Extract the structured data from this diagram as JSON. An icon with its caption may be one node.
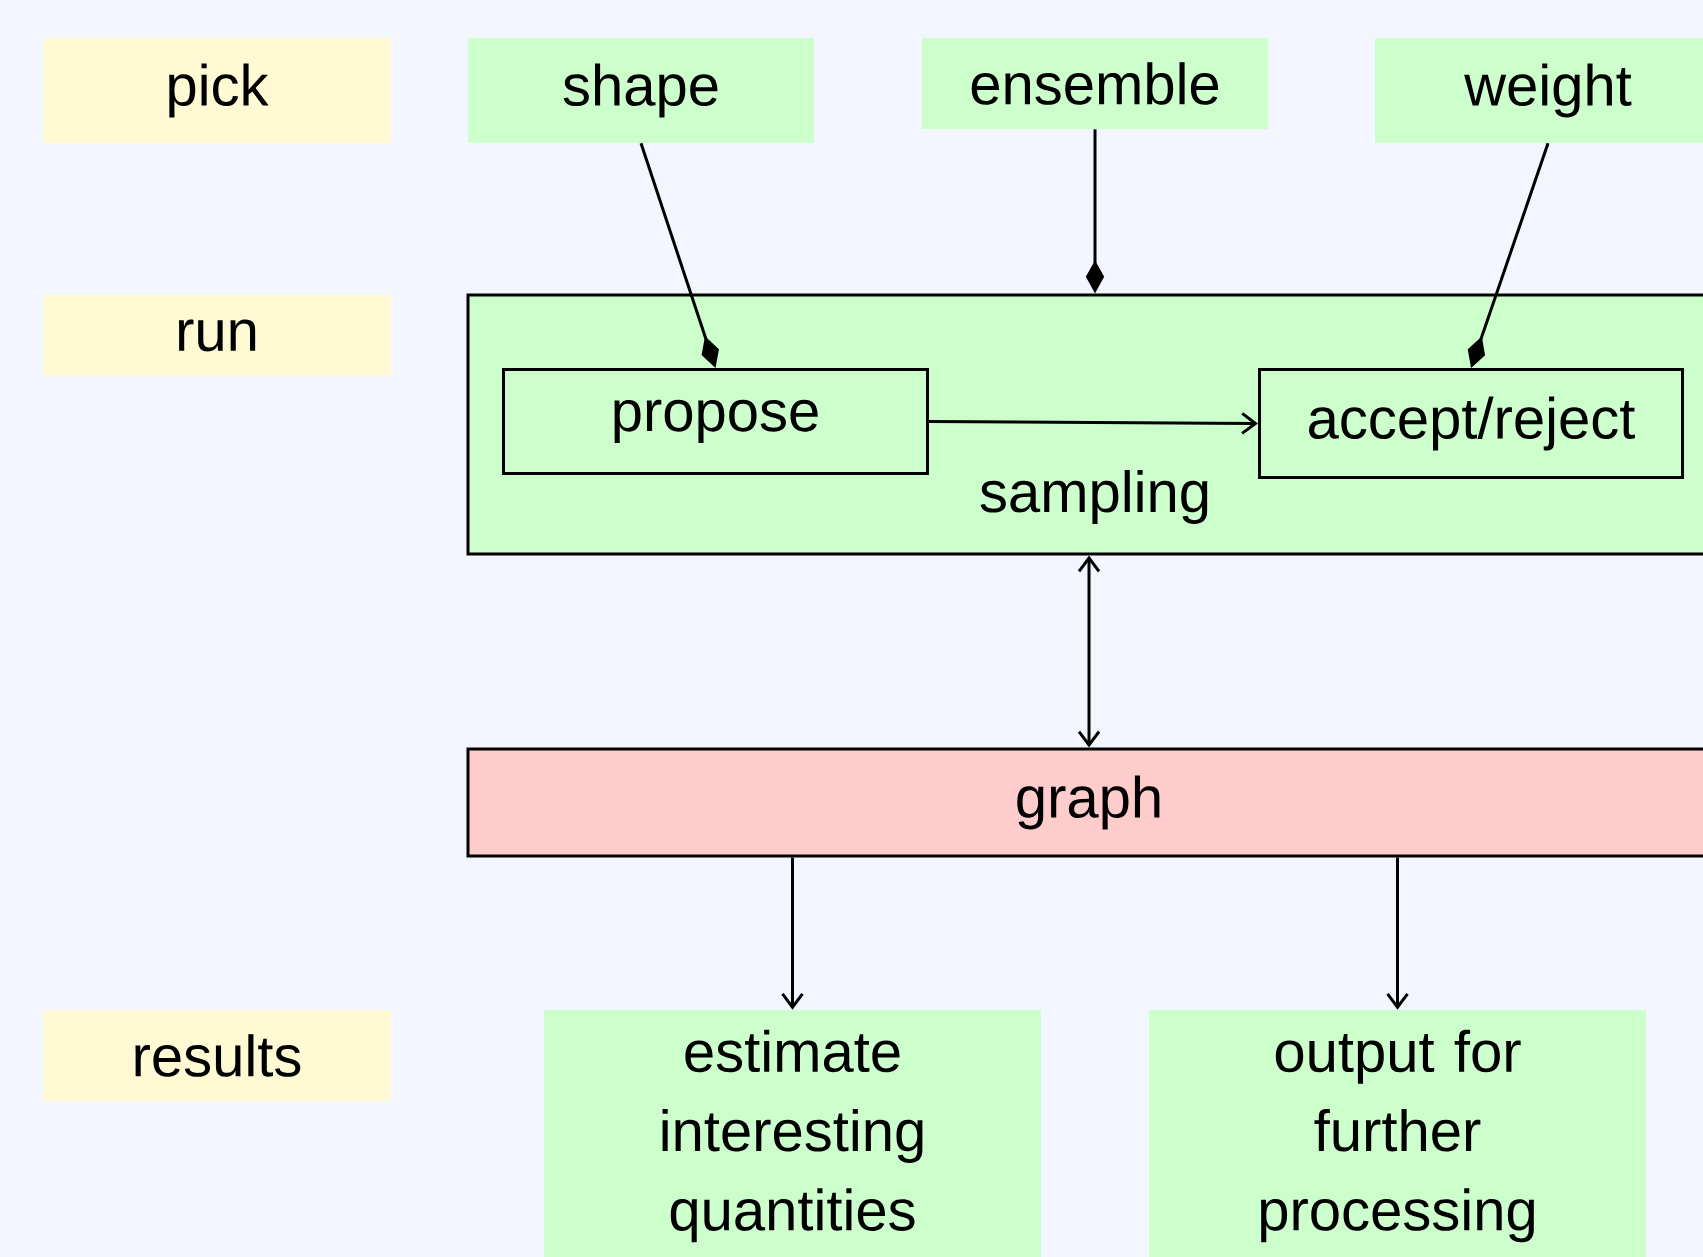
{
  "diagram": {
    "nodes": [
      {
        "text": [
          "pick"
        ]
      },
      {
        "text": [
          "shape"
        ]
      },
      {
        "text": [
          "ensemble"
        ]
      },
      {
        "text": [
          "weight"
        ]
      },
      {
        "text": [
          "run"
        ]
      },
      {
        "text": [
          "sampling"
        ]
      },
      {
        "text": [
          "propose"
        ],
        "in": 5
      },
      {
        "text": [
          "accept/reject"
        ],
        "in": 5
      },
      {
        "text": [
          "graph"
        ]
      },
      {
        "text": [
          "results"
        ]
      },
      {
        "text": [
          "estimate interesting quantities"
        ]
      },
      {
        "text": [
          "output for further processing"
        ]
      }
    ],
    "edges": [
      {
        "from": 1,
        "to": 6,
        "arrow": "other"
      },
      {
        "from": 2,
        "to": 5,
        "arrow": "other"
      },
      {
        "from": 3,
        "to": 7,
        "arrow": "other"
      },
      {
        "from": 6,
        "to": 7,
        "arrow": "to"
      },
      {
        "from": 5,
        "to": 8,
        "arrow": "both"
      },
      {
        "from": 8,
        "to": 10,
        "arrow": "to"
      },
      {
        "from": 8,
        "to": 11,
        "arrow": "to"
      }
    ]
  }
}
